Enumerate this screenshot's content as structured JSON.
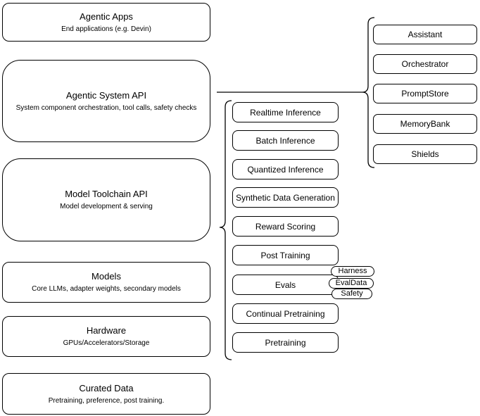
{
  "diagram": {
    "left_stack": [
      {
        "title": "Agentic Apps",
        "subtitle": "End applications (e.g. Devin)"
      },
      {
        "title": "Agentic System API",
        "subtitle": "System component orchestration, tool calls, safety checks"
      },
      {
        "title": "Model Toolchain API",
        "subtitle": "Model development & serving"
      },
      {
        "title": "Models",
        "subtitle": "Core LLMs, adapter weights, secondary models"
      },
      {
        "title": "Hardware",
        "subtitle": "GPUs/Accelerators/Storage"
      },
      {
        "title": "Curated Data",
        "subtitle": "Pretraining, preference, post training."
      }
    ],
    "middle_stack": [
      {
        "label": "Realtime Inference"
      },
      {
        "label": "Batch Inference"
      },
      {
        "label": "Quantized Inference"
      },
      {
        "label": "Synthetic Data Generation"
      },
      {
        "label": "Reward Scoring"
      },
      {
        "label": "Post Training"
      },
      {
        "label": "Evals"
      },
      {
        "label": "Continual Pretraining"
      },
      {
        "label": "Pretraining"
      }
    ],
    "evals_pills": [
      {
        "label": "Harness"
      },
      {
        "label": "EvalData"
      },
      {
        "label": "Safety"
      }
    ],
    "right_stack": [
      {
        "label": "Assistant"
      },
      {
        "label": "Orchestrator"
      },
      {
        "label": "PromptStore"
      },
      {
        "label": "MemoryBank"
      },
      {
        "label": "Shields"
      }
    ]
  },
  "colors": {
    "border": "#000000",
    "bg": "#ffffff",
    "text": "#000000"
  }
}
